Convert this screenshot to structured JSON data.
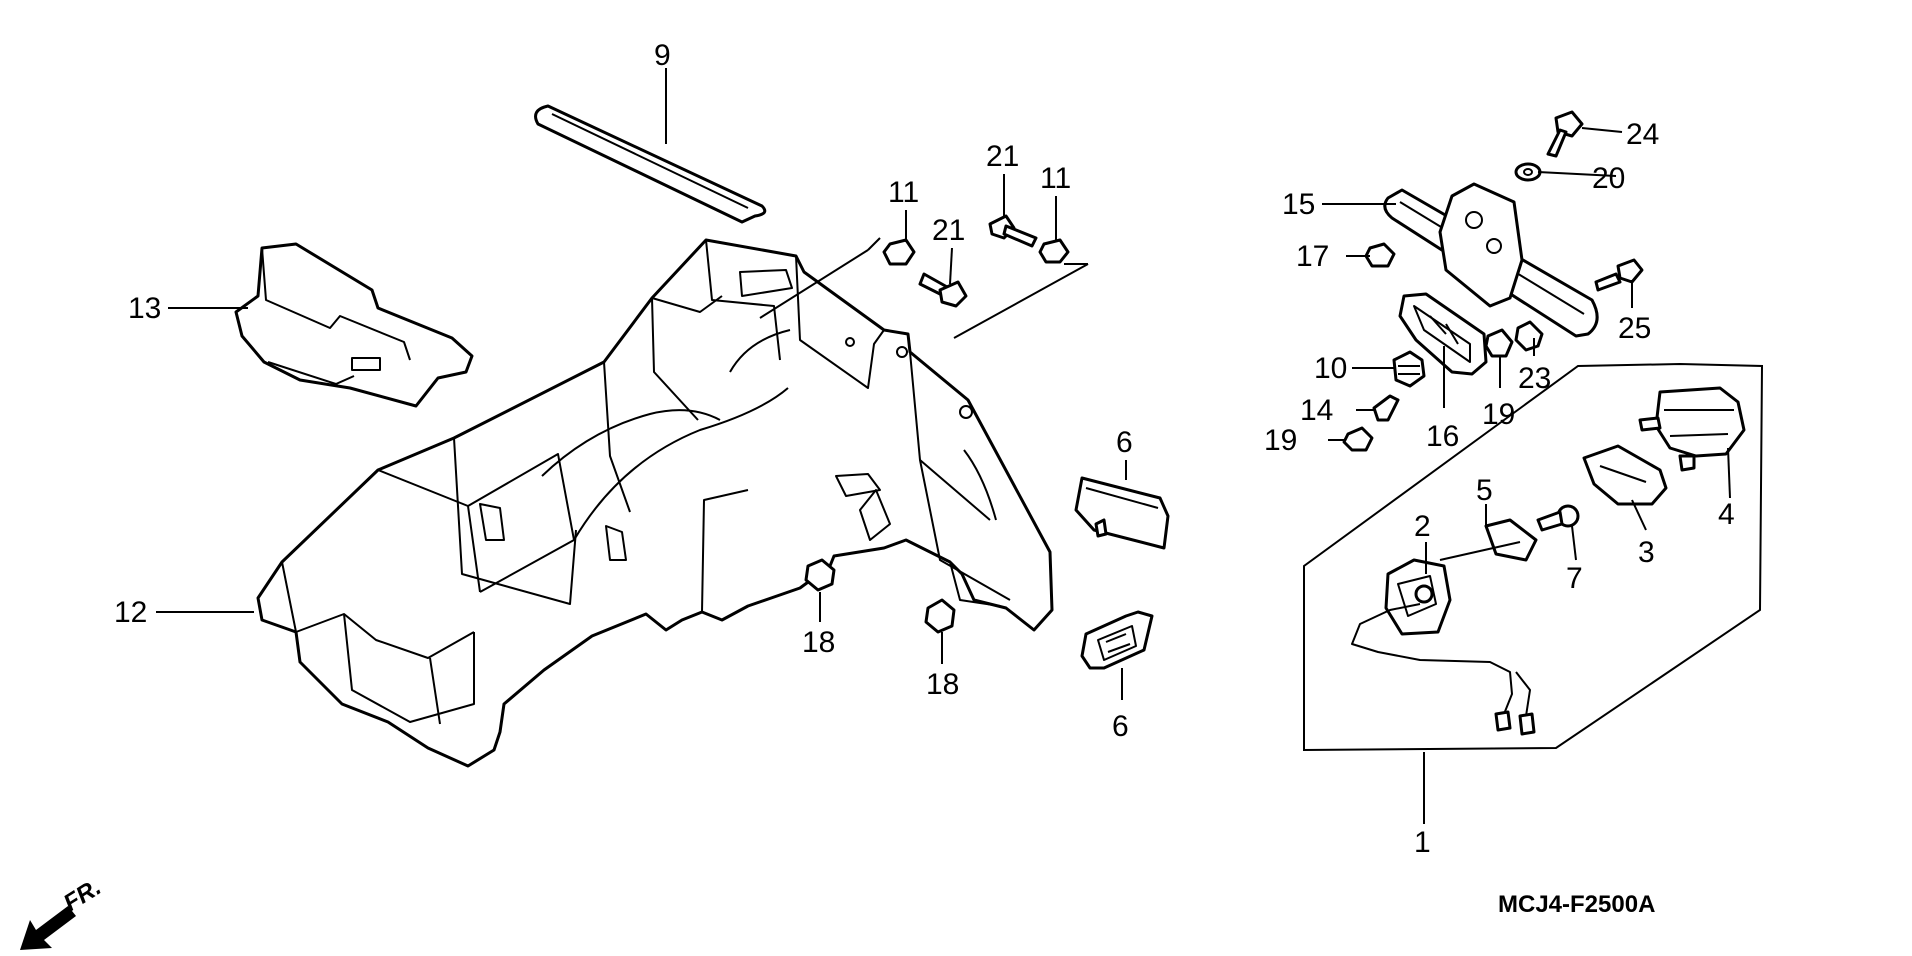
{
  "diagram": {
    "code": "MCJ4-F2500A",
    "direction_label": "FR.",
    "callouts": [
      {
        "id": "c1",
        "label": "1"
      },
      {
        "id": "c2",
        "label": "2"
      },
      {
        "id": "c3",
        "label": "3"
      },
      {
        "id": "c4",
        "label": "4"
      },
      {
        "id": "c5",
        "label": "5"
      },
      {
        "id": "c6a",
        "label": "6"
      },
      {
        "id": "c6b",
        "label": "6"
      },
      {
        "id": "c7",
        "label": "7"
      },
      {
        "id": "c9",
        "label": "9"
      },
      {
        "id": "c10",
        "label": "10"
      },
      {
        "id": "c11a",
        "label": "11"
      },
      {
        "id": "c11b",
        "label": "11"
      },
      {
        "id": "c12",
        "label": "12"
      },
      {
        "id": "c13",
        "label": "13"
      },
      {
        "id": "c14",
        "label": "14"
      },
      {
        "id": "c15",
        "label": "15"
      },
      {
        "id": "c16",
        "label": "16"
      },
      {
        "id": "c17",
        "label": "17"
      },
      {
        "id": "c18a",
        "label": "18"
      },
      {
        "id": "c18b",
        "label": "18"
      },
      {
        "id": "c19a",
        "label": "19"
      },
      {
        "id": "c19b",
        "label": "19"
      },
      {
        "id": "c20",
        "label": "20"
      },
      {
        "id": "c21a",
        "label": "21"
      },
      {
        "id": "c21b",
        "label": "21"
      },
      {
        "id": "c23",
        "label": "23"
      },
      {
        "id": "c24",
        "label": "24"
      },
      {
        "id": "c25",
        "label": "25"
      }
    ]
  }
}
